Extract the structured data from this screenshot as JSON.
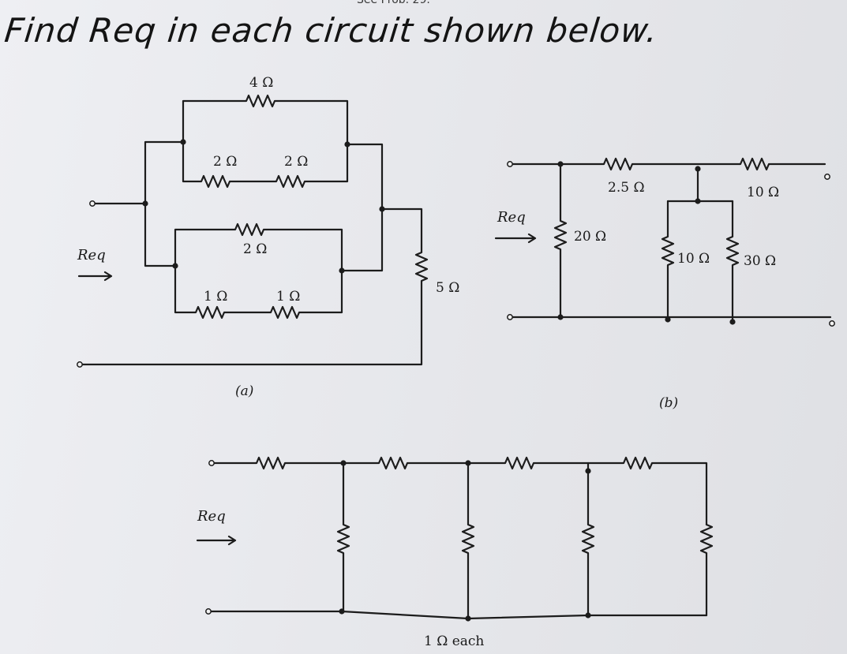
{
  "page": {
    "top_scrap": "See Prob. 29.",
    "heading": "Find Req in each circuit shown below."
  },
  "circuit_a": {
    "caption": "(a)",
    "req_label": "Req",
    "r_top": "4 Ω",
    "r_upper_left": "2 Ω",
    "r_upper_right": "2 Ω",
    "r_middle": "2 Ω",
    "r_lower_left": "1 Ω",
    "r_lower_right": "1 Ω",
    "r_shunt": "5 Ω"
  },
  "circuit_b": {
    "caption": "(b)",
    "req_label": "Req",
    "r_series_1": "2.5 Ω",
    "r_series_2": "10 Ω",
    "r_shunt_1": "20 Ω",
    "r_shunt_2": "10 Ω",
    "r_shunt_3": "30 Ω"
  },
  "circuit_c": {
    "req_label": "Req",
    "note": "1 Ω each"
  }
}
